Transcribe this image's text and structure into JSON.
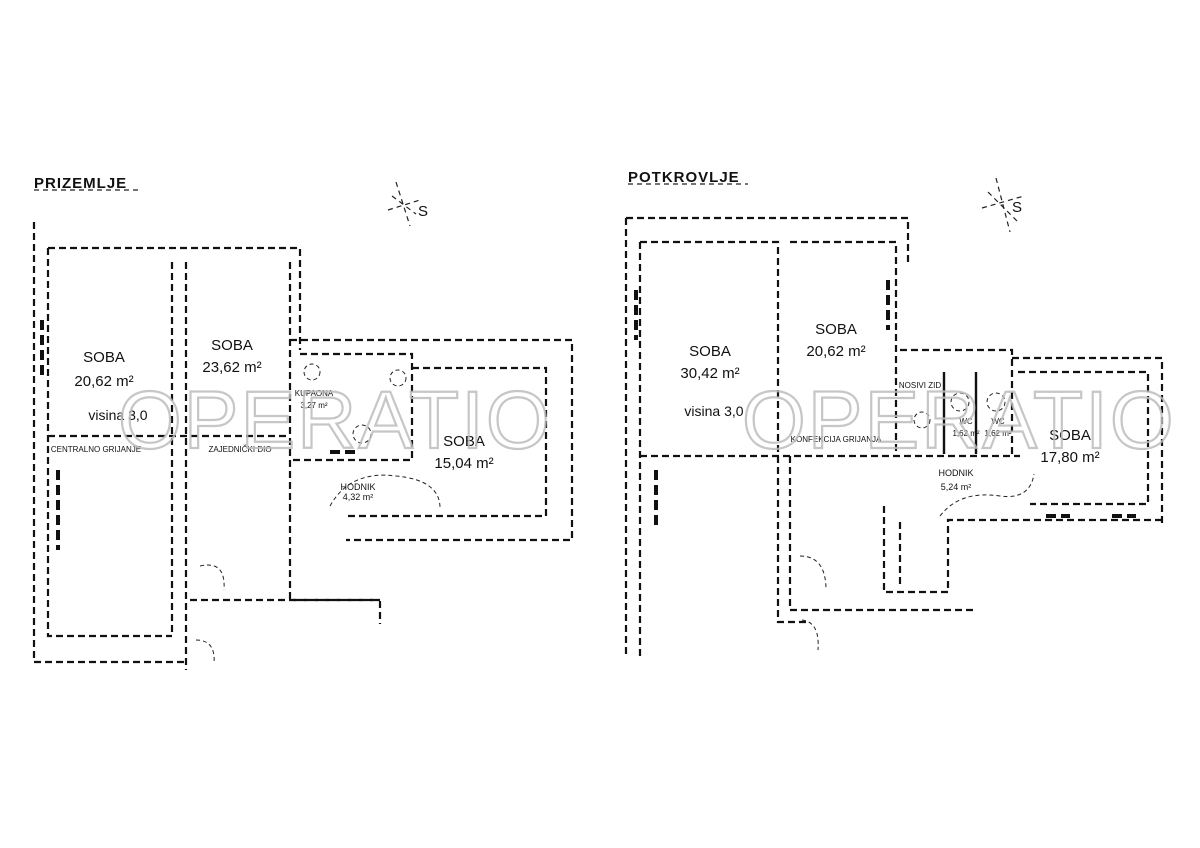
{
  "plans": [
    {
      "title": "PRIZEMLJE",
      "rooms": [
        {
          "name": "SOBA",
          "area": "20,62 m²",
          "dim": "visina 3,0"
        },
        {
          "name": "SOBA",
          "area": "23,62 m²",
          "dim": ""
        },
        {
          "name": "KUPAONA",
          "area": "3,27 m²",
          "dim": ""
        },
        {
          "name": "SOBA",
          "area": "15,04 m²",
          "dim": ""
        },
        {
          "name": "HODNIK",
          "area": "4,32 m²",
          "dim": ""
        }
      ],
      "notes": [
        "CENTRALNO GRIJANJE",
        "ZAJEDNIČKI DIO"
      ]
    },
    {
      "title": "POTKROVLJE",
      "rooms": [
        {
          "name": "SOBA",
          "area": "30,42 m²",
          "dim": "visina 3,0"
        },
        {
          "name": "SOBA",
          "area": "20,62 m²",
          "dim": ""
        },
        {
          "name": "NOSIVI ZID",
          "area": "",
          "dim": ""
        },
        {
          "name": "WC",
          "area": "1,62 m²",
          "dim": ""
        },
        {
          "name": "WC",
          "area": "1,62 m²",
          "dim": ""
        },
        {
          "name": "SOBA",
          "area": "17,80 m²",
          "dim": ""
        },
        {
          "name": "HODNIK",
          "area": "5,24 m²",
          "dim": ""
        }
      ],
      "notes": [
        "KONFEKCIJA GRIJANJA"
      ]
    }
  ],
  "north_label": "S",
  "watermark": "OPERATIO"
}
